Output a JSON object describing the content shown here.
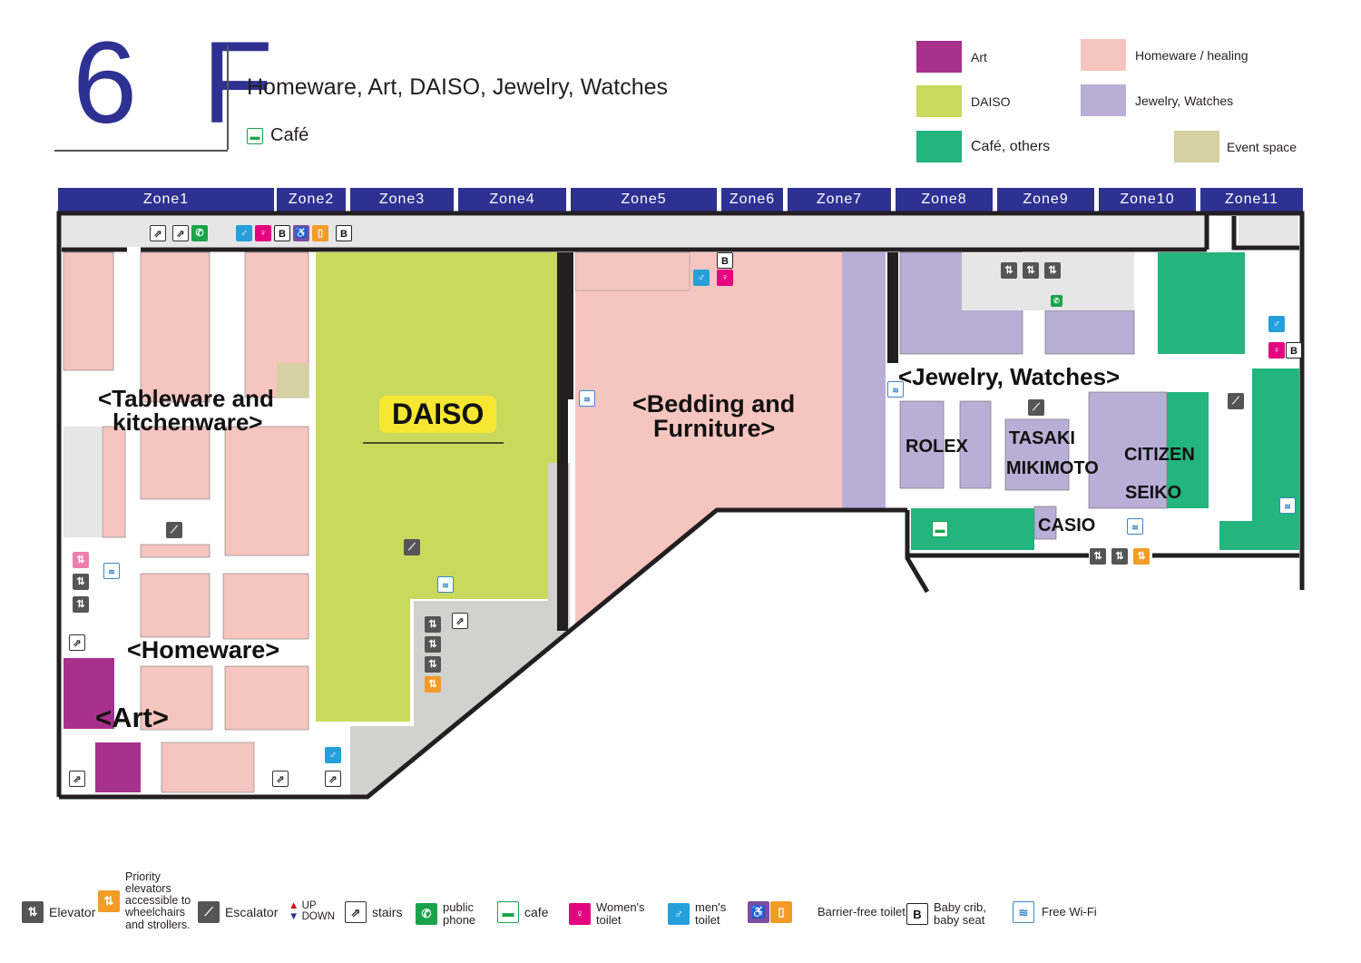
{
  "header": {
    "floor": "6 F",
    "subtitle": "Homeware, Art, DAISO, Jewelry, Watches",
    "cafe": "Café"
  },
  "legend": [
    {
      "label": "Art",
      "color": "#a7308c"
    },
    {
      "label": "Homeware / healing",
      "color": "#f6c5c0"
    },
    {
      "label": "DAISO",
      "color": "#c8d95c"
    },
    {
      "label": "Jewelry, Watches",
      "color": "#b9aed6"
    },
    {
      "label": "Café, others",
      "color": "#24b47e"
    },
    {
      "label": "Event space",
      "color": "#d6d0a2"
    }
  ],
  "zones": [
    "Zone1",
    "Zone2",
    "Zone3",
    "Zone4",
    "Zone5",
    "Zone6",
    "Zone7",
    "Zone8",
    "Zone9",
    "Zone10",
    "Zone11"
  ],
  "map_labels": {
    "tableware": "<Tableware and",
    "tableware2": "kitchenware>",
    "daiso": "DAISO",
    "bedding": "<Bedding and",
    "bedding2": "Furniture>",
    "jewelry": "<Jewelry, Watches>",
    "rolex": "ROLEX",
    "tasaki": "TASAKI",
    "mikimoto": "MIKIMOTO",
    "citizen": "CITIZEN",
    "seiko": "SEIKO",
    "casio": "CASIO",
    "homeware": "<Homeware>",
    "art": "<Art>"
  },
  "icons": {
    "baby": "B"
  },
  "bottom_legend": {
    "elevator": "Elevator",
    "priority": "Priority elevators accessible to wheelchairs and strollers.",
    "escalator": "Escalator",
    "up": "UP",
    "down": "DOWN",
    "stairs": "stairs",
    "phone": "public phone",
    "cafe": "cafe",
    "women": "Women's toilet",
    "men": "men's toilet",
    "barrier": "Barrier-free toilet",
    "baby": "Baby crib, baby seat",
    "wifi": "Free Wi-Fi"
  }
}
